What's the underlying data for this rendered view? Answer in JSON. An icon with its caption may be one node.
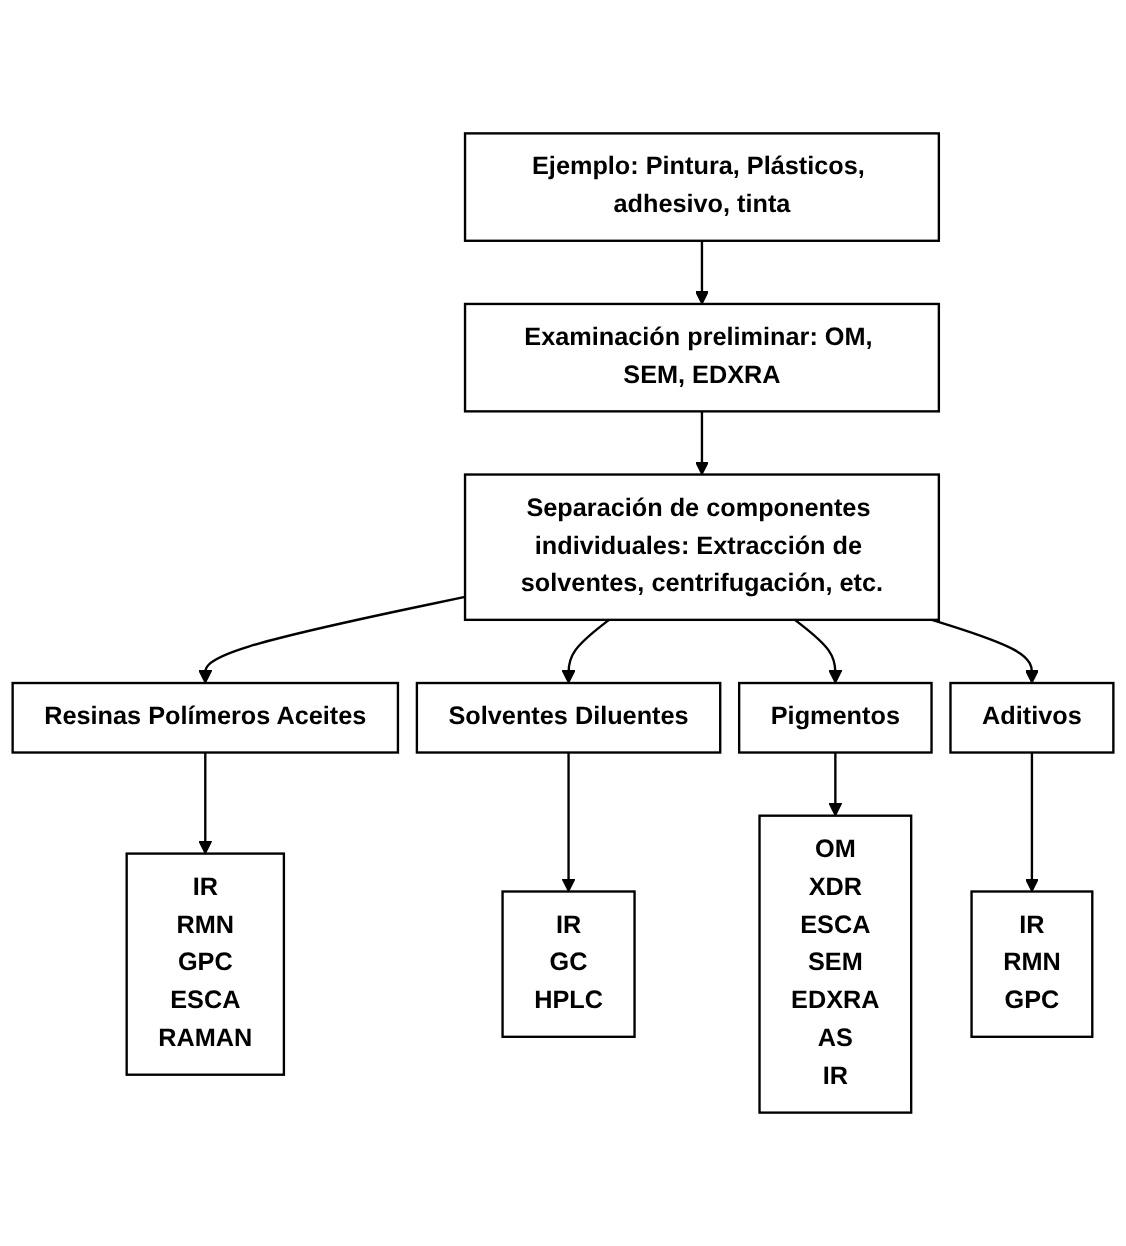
{
  "diagram": {
    "nodes": [
      {
        "text": [
          "Ejemplo: Pintura, Plásticos, adhesivo, tinta"
        ]
      },
      {
        "text": [
          "Examinación preliminar: OM, SEM, EDXRA"
        ]
      },
      {
        "text": [
          "Separación de componentes individuales: Extracción de solventes, centrifugación, etc."
        ]
      },
      {
        "text": [
          "Resinas Polímeros Aceites"
        ]
      },
      {
        "text": [
          "Solventes Diluentes"
        ]
      },
      {
        "text": [
          "Pigmentos"
        ]
      },
      {
        "text": [
          "Aditivos"
        ]
      },
      {
        "text": [
          "IR",
          "RMN",
          "GPC",
          "ESCA",
          "RAMAN"
        ]
      },
      {
        "text": [
          "IR",
          "GC",
          "HPLC"
        ]
      },
      {
        "text": [
          "OM",
          "XDR",
          "ESCA",
          "SEM",
          "EDXRA",
          "AS",
          "IR"
        ]
      },
      {
        "text": [
          "IR",
          "RMN",
          "GPC"
        ]
      }
    ],
    "edges": [
      {
        "from": 0,
        "to": 1,
        "arrow": "to"
      },
      {
        "from": 1,
        "to": 2,
        "arrow": "to"
      },
      {
        "from": 2,
        "to": 3,
        "arrow": "to"
      },
      {
        "from": 2,
        "to": 4,
        "arrow": "to"
      },
      {
        "from": 2,
        "to": 5,
        "arrow": "to"
      },
      {
        "from": 2,
        "to": 6,
        "arrow": "to"
      },
      {
        "from": 3,
        "to": 7,
        "arrow": "to"
      },
      {
        "from": 4,
        "to": 8,
        "arrow": "to"
      },
      {
        "from": 5,
        "to": 9,
        "arrow": "to"
      },
      {
        "from": 6,
        "to": 10,
        "arrow": "to"
      }
    ]
  }
}
